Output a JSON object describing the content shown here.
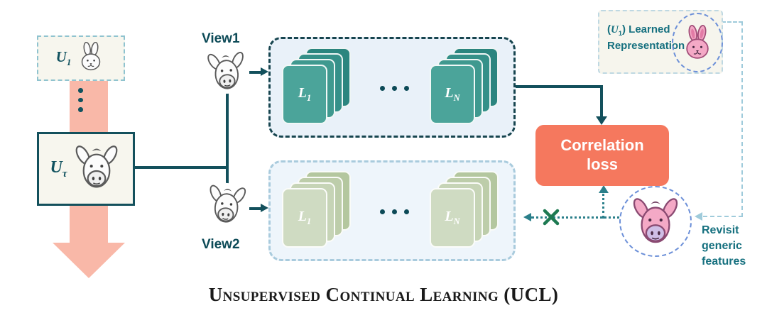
{
  "memory_stream": {
    "u1_box": {
      "base": "U",
      "sub": "1"
    },
    "u_tau_box": {
      "base": "U",
      "sub": "τ"
    }
  },
  "augmentation": {
    "view1_label": "View1",
    "view2_label": "View2"
  },
  "encoder_top": {
    "layer_first": {
      "base": "L",
      "sub": "1"
    },
    "ellipsis": "⋯",
    "layer_last": {
      "base": "L",
      "sub": "N"
    }
  },
  "encoder_bottom": {
    "layer_first": {
      "base": "L",
      "sub": "1"
    },
    "ellipsis": "⋯",
    "layer_last": {
      "base": "L",
      "sub": "N"
    }
  },
  "correlation_loss": {
    "line1": "Correlation",
    "line2": "loss"
  },
  "learned_representation": {
    "open_paren": "(",
    "base": "U",
    "sub": "1",
    "after": ") Learned",
    "line2": "Representation"
  },
  "revisit_note": {
    "line1": "Revisit",
    "line2": "generic",
    "line3": "features"
  },
  "caption": "Unsupervised Continual Learning (UCL)",
  "icons": {
    "rabbit_sketch": "rabbit-sketch-icon",
    "donkey_sketch": "donkey-sketch-icon",
    "pink_rabbit": "pink-rabbit-icon",
    "pink_donkey": "pink-donkey-icon",
    "cross_mark": "✗",
    "vertical_ellipsis": "⋮",
    "down_stream_arrow": "down-arrow"
  },
  "colors": {
    "teal_dark": "#13505c",
    "teal_text": "#15707f",
    "card_teal": "#4ba49a",
    "card_sage": "#cfdbc2",
    "loss_salmon": "#f5785e",
    "stream_pink": "#f9b8a8",
    "icon_pink": "#f4a9c6",
    "ellipse_blue": "#6b8fd8",
    "cross_green": "#1e7a52",
    "encoder_bg": "#e9f1f9"
  }
}
